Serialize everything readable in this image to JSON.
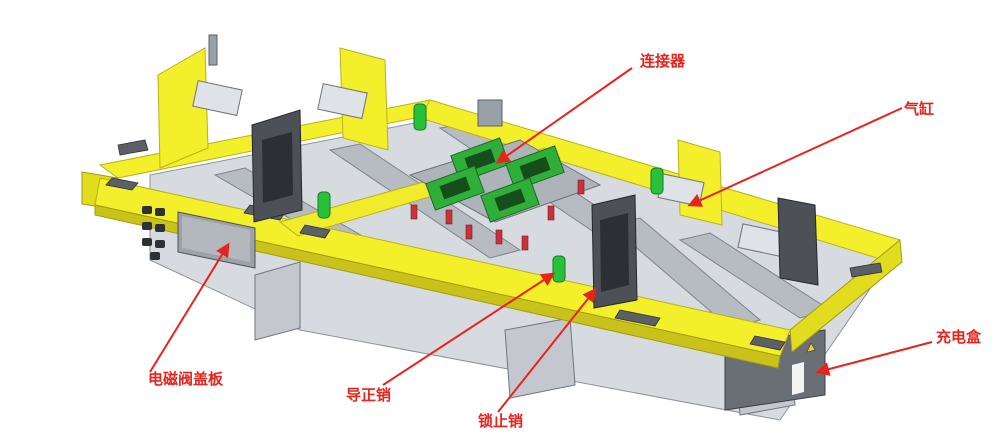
{
  "diagram": {
    "labels": {
      "connector": "连接器",
      "cylinder": "气缸",
      "solenoid_valve_cover": "电磁阀盖板",
      "guide_pin": "导正销",
      "lock_pin": "锁止销",
      "charging_box": "充电盒"
    },
    "colors": {
      "frame_yellow": "#f3ef2a",
      "frame_edge": "#b9b21c",
      "steel_gray": "#c9cdd3",
      "dark_gray": "#5b5f66",
      "connector_green": "#2fae3a",
      "pin_green": "#27c23a",
      "spring_red": "#c8323a",
      "callout_red": "#e8231b"
    }
  }
}
